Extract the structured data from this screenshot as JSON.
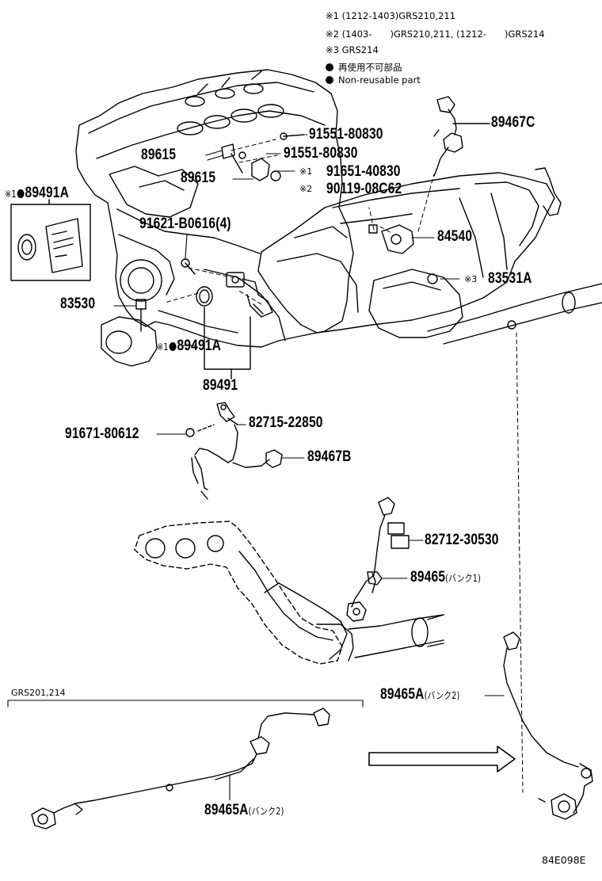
{
  "notes": {
    "n1": "※1 (1212-1403)GRS210,211",
    "n2": "※2 (1403-　　)GRS210,211, (1212-　　)GRS214",
    "n3": "※3 GRS214",
    "n4": "再使用不可部品",
    "n5": "Non-reusable part"
  },
  "parts": {
    "p89467C": "89467C",
    "p91551a": "91551-80830",
    "p91551b": "91551-80830",
    "p89615a": "89615",
    "p89615b": "89615",
    "p91651": "91651-40830",
    "p90119": "90119-08C62",
    "mark1": "※1",
    "mark2": "※2",
    "p89491A_top_mark": "※1",
    "p89491A_top": "89491A",
    "p91621": "91621-B0616(4)",
    "p84540": "84540",
    "mark3": "※3",
    "p83531A": "83531A",
    "p83530": "83530",
    "p89491A_bot_mark": "※1",
    "p89491A_bot": "89491A",
    "p89491": "89491",
    "p91671": "91671-80612",
    "p82715": "82715-22850",
    "p89467B": "89467B",
    "p82712": "82712-30530",
    "p89465": "89465",
    "p89465_bank": "(バンク1)",
    "p89465A_r": "89465A",
    "p89465A_r_bank": "(バンク2)",
    "grs": "GRS201,214",
    "p89465A_l": "89465A",
    "p89465A_l_bank": "(バンク2)",
    "code": "84E098E"
  }
}
